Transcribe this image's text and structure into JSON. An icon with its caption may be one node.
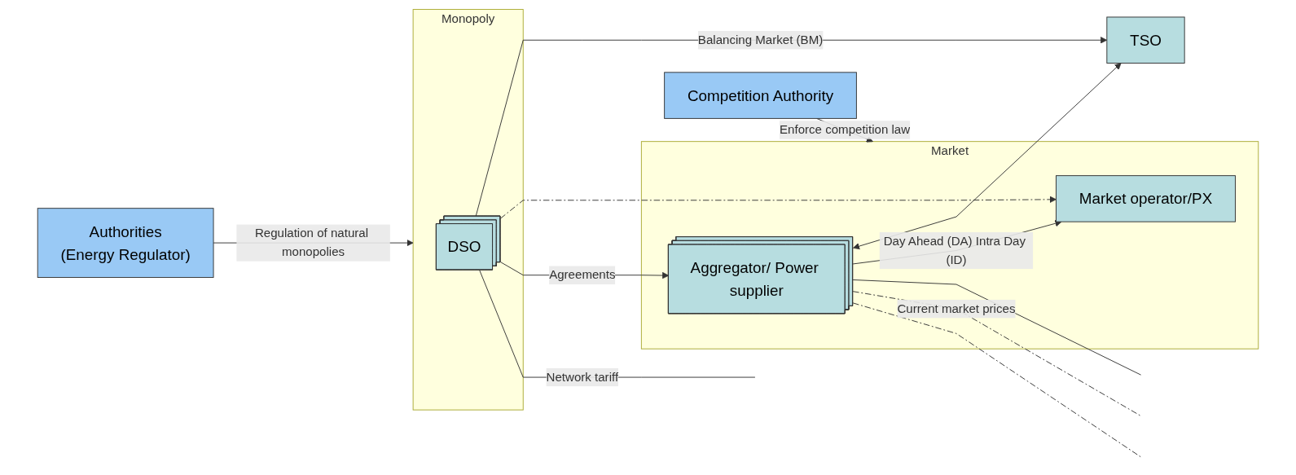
{
  "diagram": {
    "nodes": [
      {
        "text": [
          "Monopoly"
        ]
      },
      {
        "text": [
          "Market"
        ]
      },
      {
        "text": [
          "Authorities",
          "(Energy Regulator)"
        ]
      },
      {
        "text": [
          "Competition Authority"
        ]
      },
      {
        "text": [
          "TSO"
        ]
      },
      {
        "text": [
          "Market operator/PX"
        ],
        "in": 1
      },
      {
        "text": [
          "DSO"
        ],
        "in": 0
      },
      {
        "text": [
          "Aggregator/ Power supplier"
        ],
        "in": 1
      }
    ],
    "edges": [
      {
        "from": 2,
        "to": 0,
        "arrow": "to",
        "label": "Regulation of natural monopolies"
      },
      {
        "from": 3,
        "to": 1,
        "arrow": "to",
        "label": "Enforce competition law"
      },
      {
        "from": 6,
        "to": 4,
        "arrow": "to",
        "label": "Balancing Market (BM)"
      },
      {
        "from": 7,
        "to": 4,
        "arrow": "both"
      },
      {
        "from": 6,
        "to": 5,
        "arrow": "to",
        "style": "dashed"
      },
      {
        "from": 6,
        "to": 7,
        "arrow": "to",
        "label": "Agreements"
      },
      {
        "from": 7,
        "to": 5,
        "arrow": "to",
        "label": "Day Ahead (DA) Intra Day (ID)"
      },
      {
        "from": 6,
        "to": null,
        "arrow": "none",
        "label": "Network tariff"
      },
      {
        "from": 7,
        "to": null,
        "arrow": "none"
      },
      {
        "from": 7,
        "to": null,
        "arrow": "none",
        "style": "dashed",
        "label": "Current market prices"
      },
      {
        "from": 7,
        "to": null,
        "arrow": "none",
        "style": "dashed"
      }
    ]
  }
}
